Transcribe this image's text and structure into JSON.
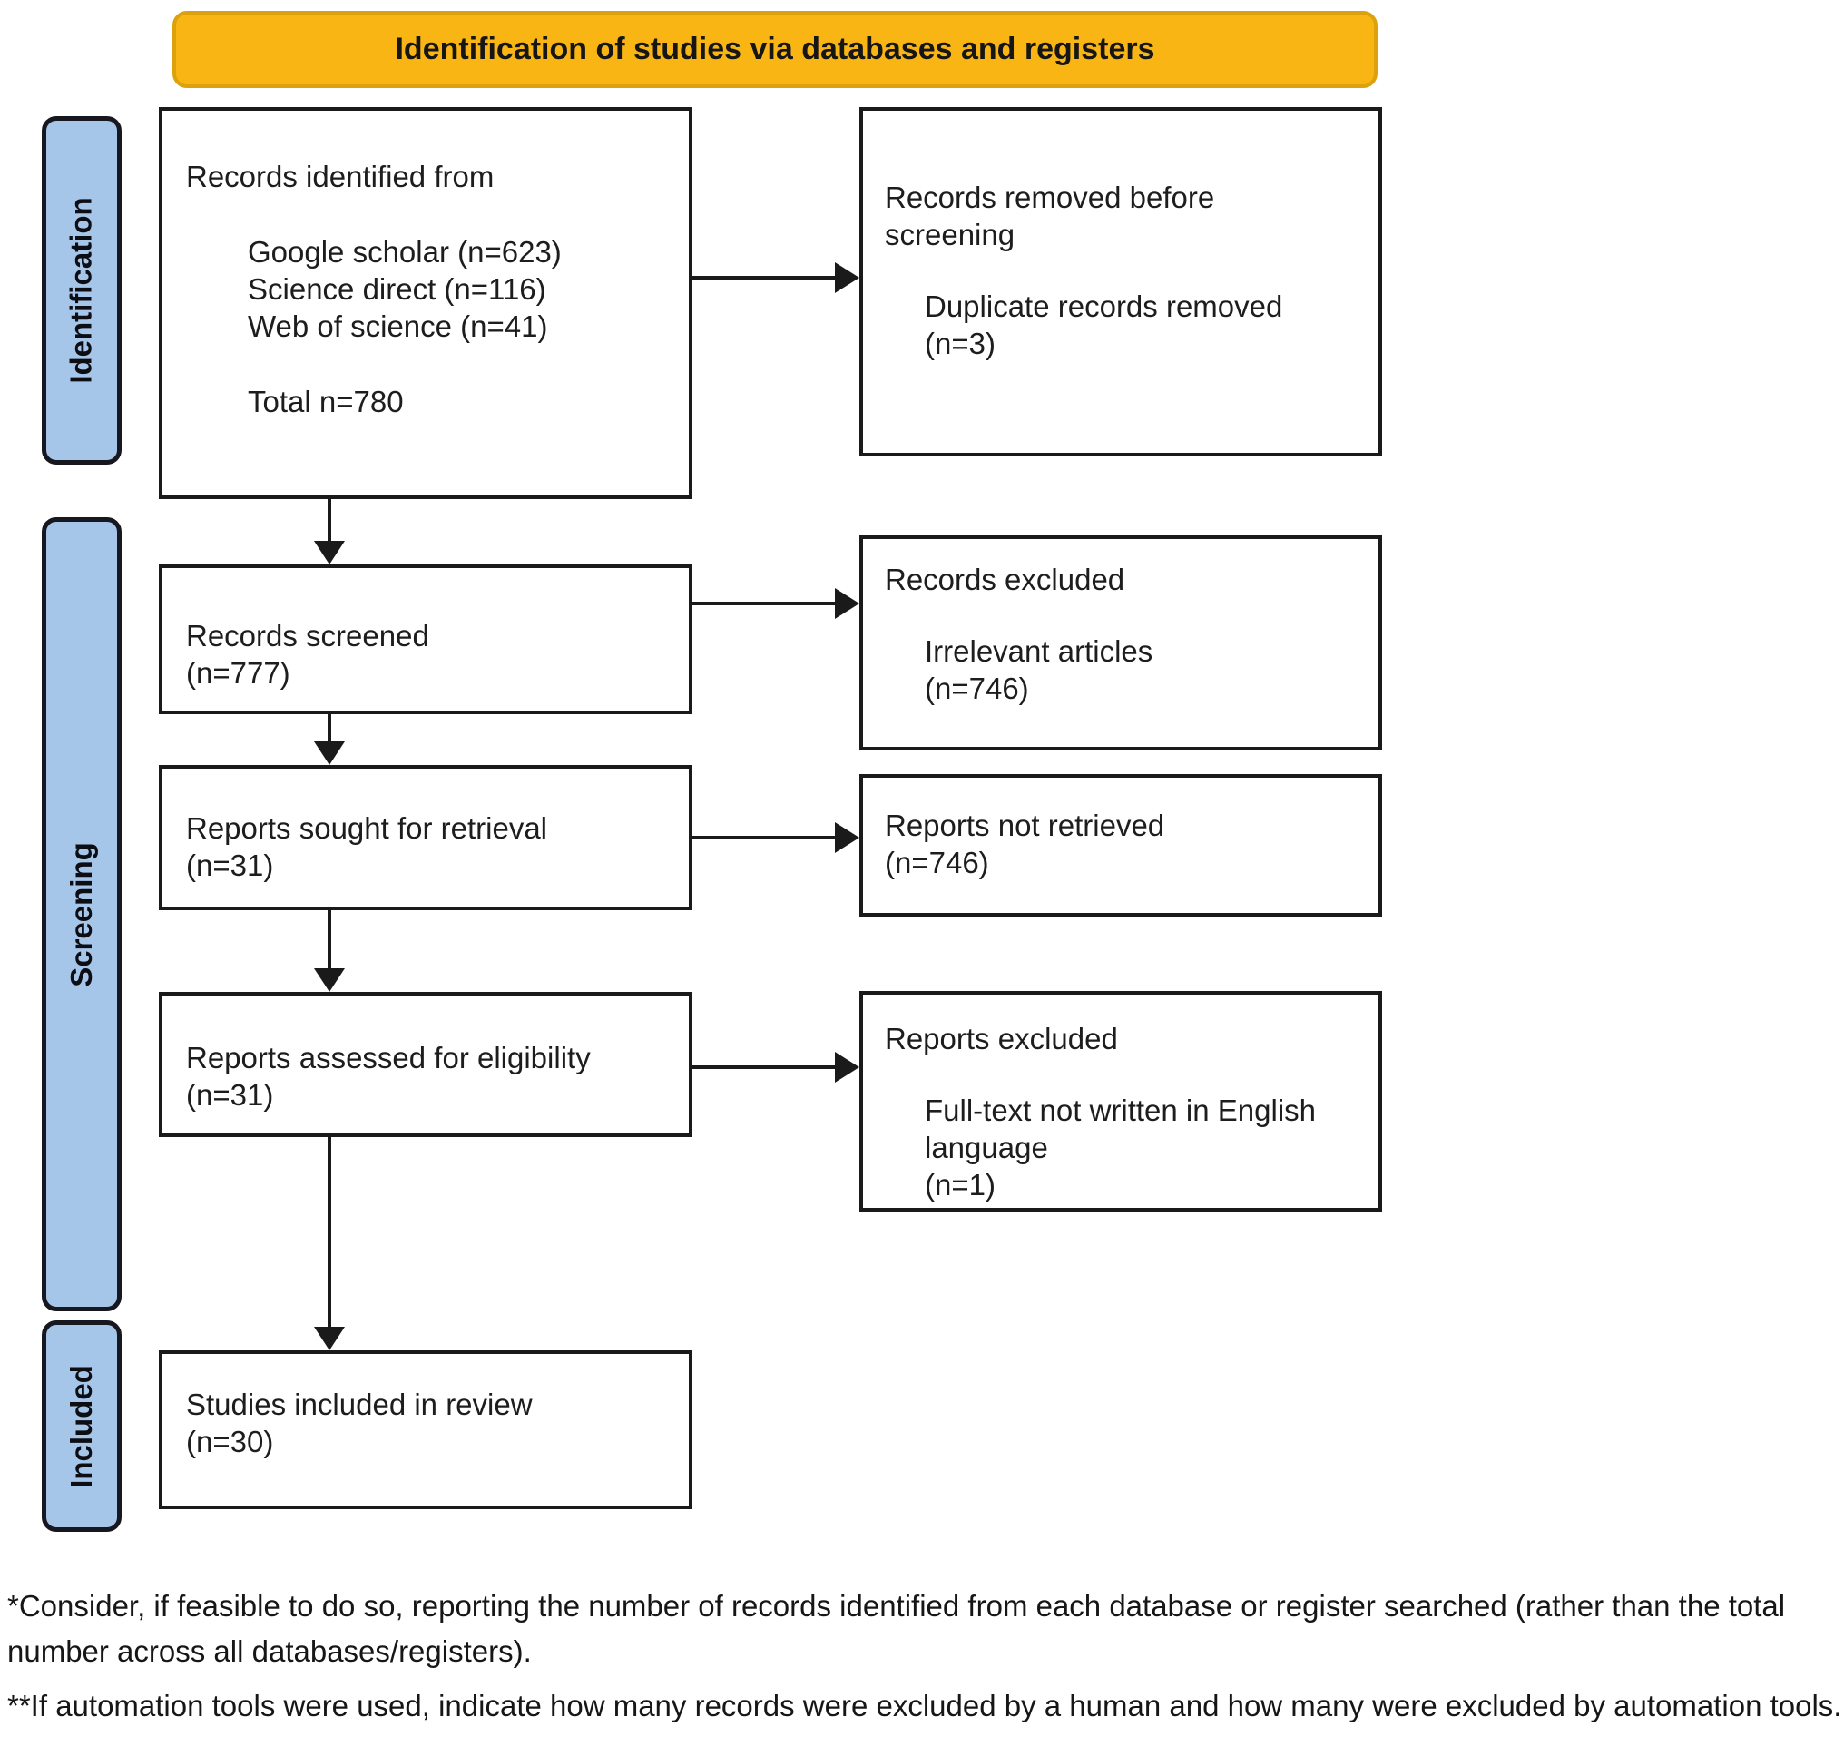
{
  "banner": {
    "label": "Identification of studies via databases and registers"
  },
  "stages": {
    "identification": "Identification",
    "screening": "Screening",
    "included": "Included"
  },
  "boxes": {
    "records_identified": {
      "title": "Records identified from",
      "sources": [
        "Google scholar (n=623)",
        "Science direct (n=116)",
        "Web of science (n=41)"
      ],
      "total": "Total n=780"
    },
    "records_removed": {
      "title_lines": [
        "Records removed before",
        "screening"
      ],
      "detail_lines": [
        "Duplicate records removed",
        "(n=3)"
      ]
    },
    "records_screened": {
      "lines": [
        "Records screened",
        "(n=777)"
      ]
    },
    "records_excluded": {
      "title": "Records excluded",
      "detail_lines": [
        "Irrelevant articles",
        "(n=746)"
      ]
    },
    "reports_sought": {
      "lines": [
        "Reports sought for retrieval",
        "(n=31)"
      ]
    },
    "reports_not_retrieved": {
      "lines": [
        "Reports not retrieved",
        "(n=746)"
      ]
    },
    "reports_assessed": {
      "lines": [
        "Reports assessed for eligibility",
        "(n=31)"
      ]
    },
    "reports_excluded": {
      "title": "Reports excluded",
      "detail_lines": [
        "Full-text not written in English",
        "language",
        "(n=1)"
      ]
    },
    "studies_included": {
      "lines": [
        "Studies included in review",
        "(n=30)"
      ]
    }
  },
  "footnotes": [
    "*Consider, if feasible to do so, reporting the number of records identified from each database or register searched (rather than the total number across all databases/registers).",
    "**If automation tools were used, indicate how many records were excluded by a human and how many were excluded by automation tools."
  ],
  "colors": {
    "banner_bg": "#F9B513",
    "banner_border": "#DDA10C",
    "stage_bg": "#A6C6E9",
    "stage_border": "#17171F",
    "box_border": "#1A1A1A",
    "arrow": "#1A1A1A"
  }
}
